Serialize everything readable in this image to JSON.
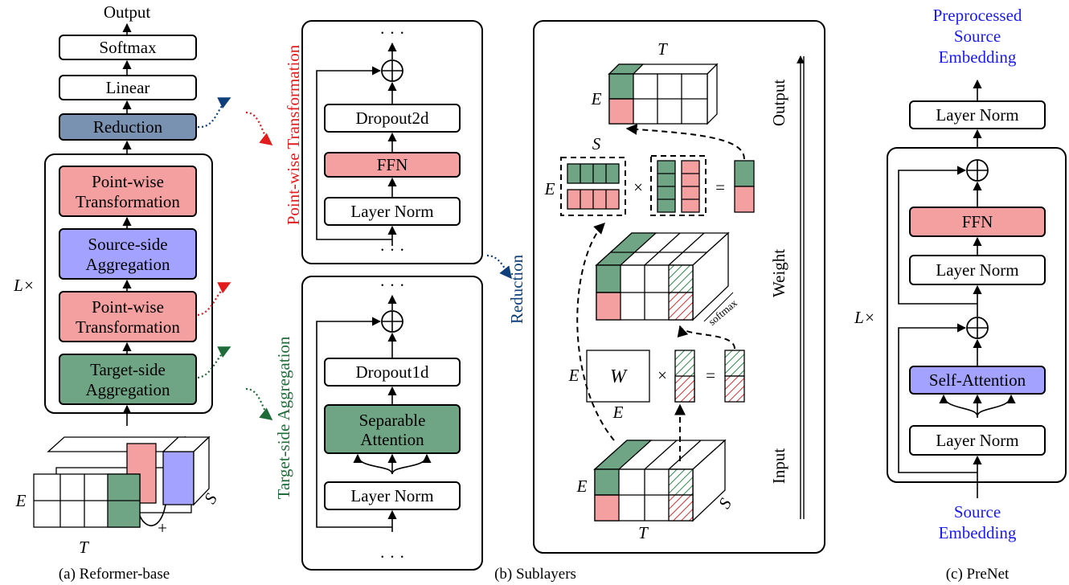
{
  "colors": {
    "red": "#f4a0a0",
    "blue": "#a3a3ff",
    "green": "#6fa585",
    "slate": "#7a92b2",
    "blue_text": "#1a1aee",
    "red_text": "#e21c1c",
    "green_text": "#1f6b3a",
    "navy_text": "#0e3f7a"
  },
  "panel_a": {
    "output": "Output",
    "softmax": "Softmax",
    "linear": "Linear",
    "reduction": "Reduction",
    "pw1": [
      "Point-wise",
      "Transformation"
    ],
    "src": [
      "Source-side",
      "Aggregation"
    ],
    "pw2": [
      "Point-wise",
      "Transformation"
    ],
    "tgt": [
      "Target-side",
      "Aggregation"
    ],
    "repeat": "L×",
    "E": "E",
    "T": "T",
    "S": "S",
    "plus": "+"
  },
  "panel_b": {
    "top_side": "Point-wise Transformation",
    "bottom_side": "Target-side Aggregation",
    "reduction_side": "Reduction",
    "top_blocks": [
      "Dropout2d",
      "FFN",
      "Layer Norm"
    ],
    "bottom_blocks": [
      "Dropout1d",
      [
        "Separable",
        "Attention"
      ],
      "Layer Norm"
    ],
    "stage_output": "Output",
    "stage_weight": "Weight",
    "stage_input": "Input",
    "softmax": "softmax",
    "W": "W",
    "E": "E",
    "T": "T",
    "S": "S",
    "times": "×",
    "equals": "=",
    "dots": "· · ·"
  },
  "panel_c": {
    "title": [
      "Preprocessed",
      "Source",
      "Embedding"
    ],
    "blocks": [
      "Layer Norm",
      "FFN",
      "Layer Norm",
      "Self-Attention",
      "Layer Norm"
    ],
    "input": [
      "Source",
      "Embedding"
    ],
    "repeat": "L×"
  },
  "captions": [
    "(a)  Reformer-base",
    "(b)  Sublayers",
    "(c)  PreNet"
  ]
}
